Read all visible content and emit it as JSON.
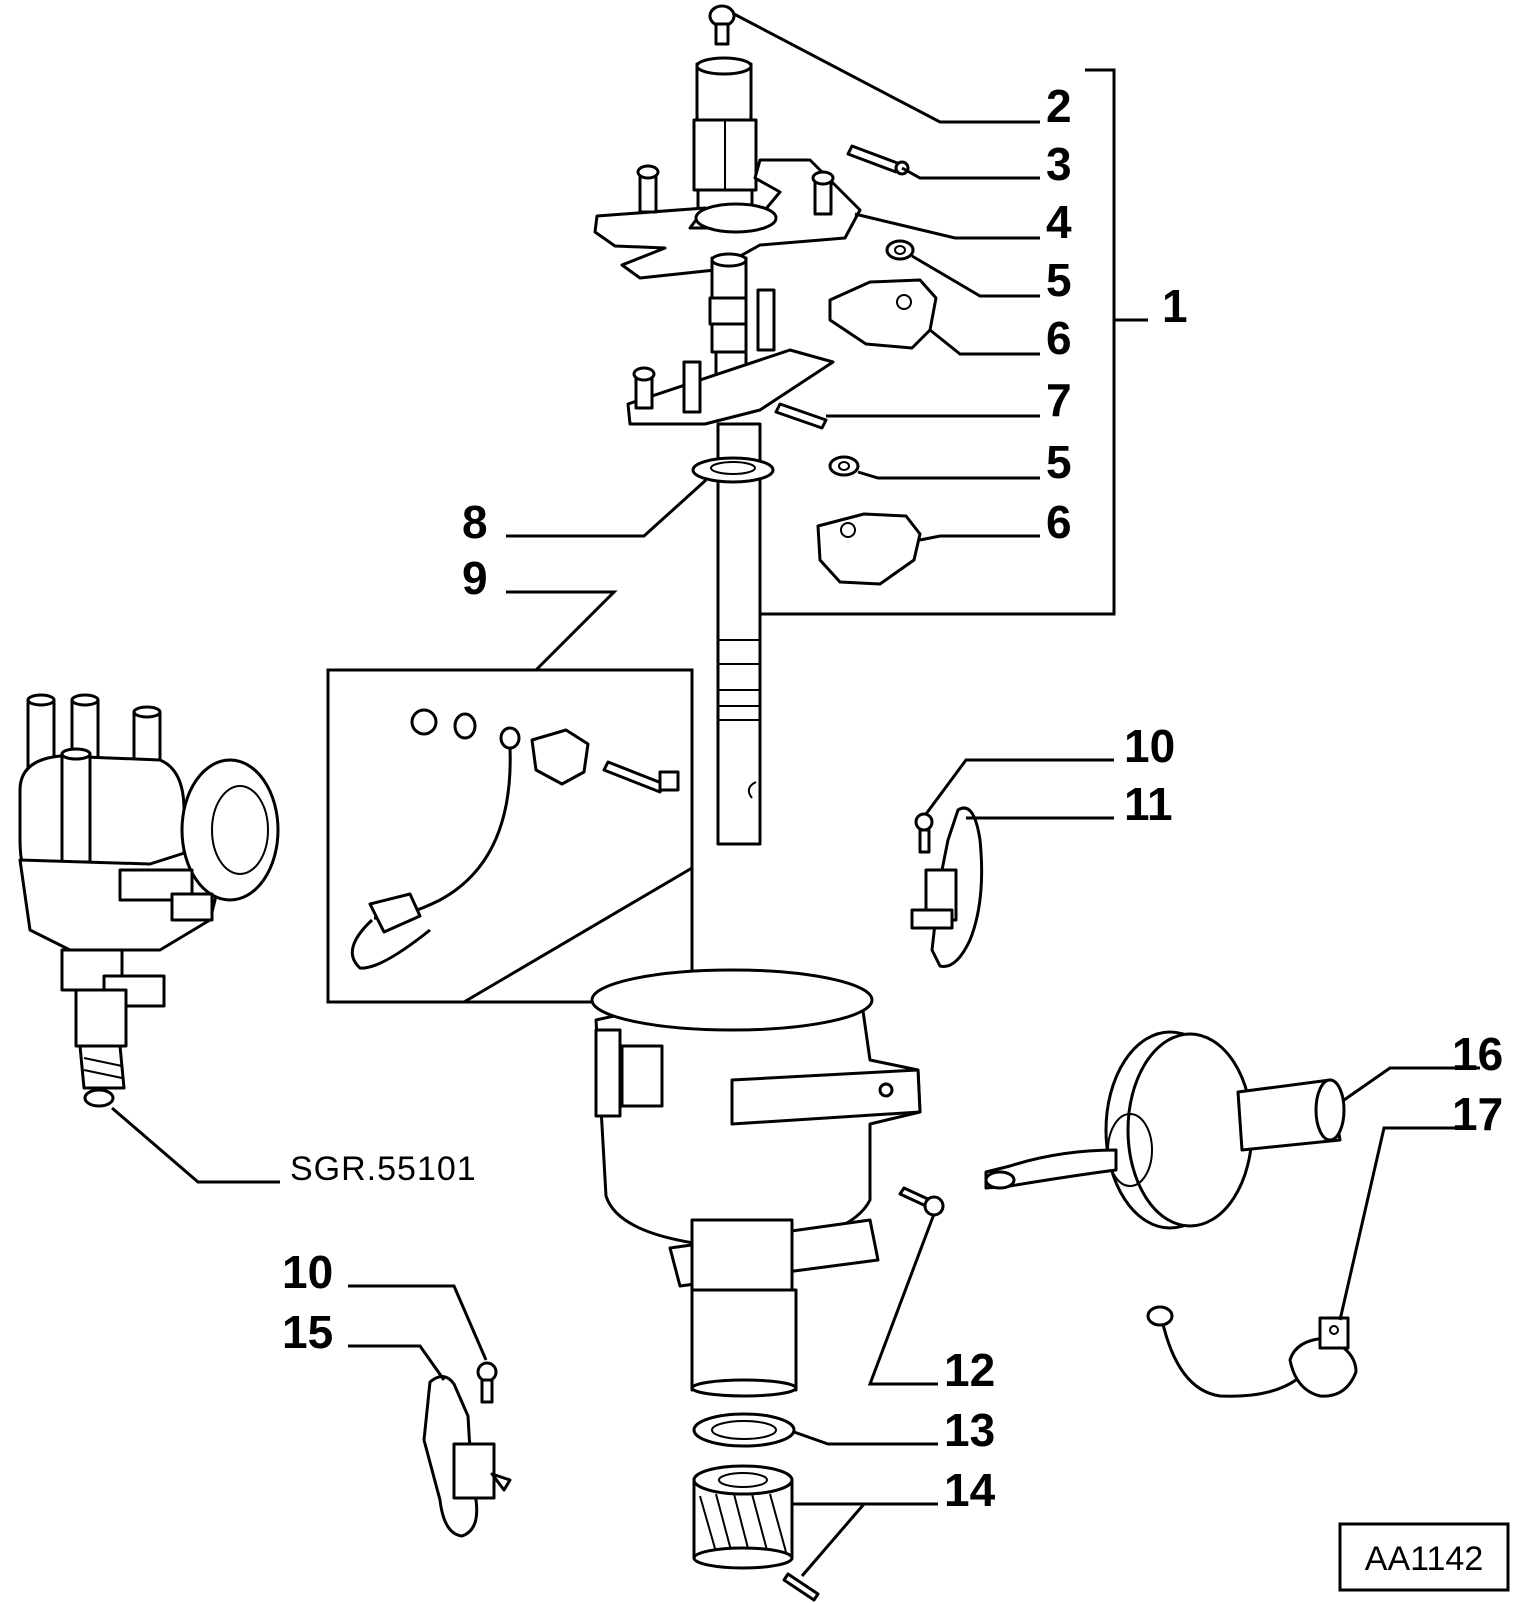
{
  "callouts": {
    "c1": "1",
    "c2": "2",
    "c3": "3",
    "c4": "4",
    "c5a": "5",
    "c5b": "5",
    "c6a": "6",
    "c6b": "6",
    "c7": "7",
    "c8": "8",
    "c9": "9",
    "c10a": "10",
    "c10b": "10",
    "c11": "11",
    "c12": "12",
    "c13": "13",
    "c14": "14",
    "c15": "15",
    "c16": "16",
    "c17": "17"
  },
  "reference_label": "SGR.55101",
  "figure_code": "AA1142"
}
